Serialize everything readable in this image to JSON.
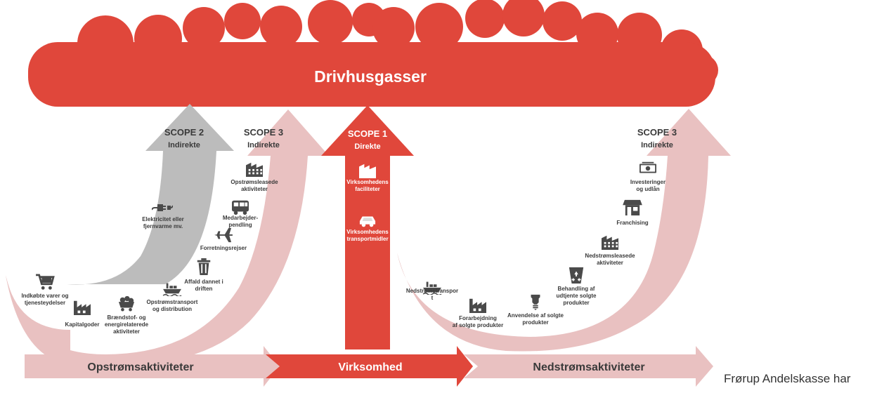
{
  "title": "Drivhusgasser",
  "colors": {
    "red": "#e0473b",
    "pink": "#e9c1c1",
    "grey": "#bcbcbc",
    "dark": "#3a3a3a"
  },
  "scope2": {
    "heading": "SCOPE 2",
    "sub": "Indirekte",
    "item": [
      "Elektricitet eller",
      "fjernvarme mv."
    ]
  },
  "scope3_up": {
    "heading": "SCOPE 3",
    "sub": "Indirekte",
    "items": [
      {
        "icon": "cart-icon",
        "lines": [
          "Indkøbte varer og",
          "tjenesteydelser"
        ]
      },
      {
        "icon": "factory-icon",
        "lines": [
          "Kapitalgoder"
        ]
      },
      {
        "icon": "coal-cart-icon",
        "lines": [
          "Brændstof- og",
          "energirelaterede",
          "aktiviteter"
        ]
      },
      {
        "icon": "ship-icon",
        "lines": [
          "Opstrømstransport",
          "og distribution"
        ]
      },
      {
        "icon": "trash-icon",
        "lines": [
          "Affald dannet i",
          "driften"
        ]
      },
      {
        "icon": "plane-icon",
        "lines": [
          "Forretningsrejser"
        ]
      },
      {
        "icon": "bus-icon",
        "lines": [
          "Medarbejder-",
          "pendling"
        ]
      },
      {
        "icon": "building-icon",
        "lines": [
          "Opstrømsleasede",
          "aktiviteter"
        ]
      }
    ]
  },
  "scope1": {
    "heading": "SCOPE 1",
    "sub": "Direkte",
    "items": [
      {
        "icon": "building-icon",
        "lines": [
          "Virksomhedens",
          "faciliteter"
        ]
      },
      {
        "icon": "car-icon",
        "lines": [
          "Virksomhedens",
          "transportmidler"
        ]
      }
    ]
  },
  "scope3_down": {
    "heading": "SCOPE 3",
    "sub": "Indirekte",
    "items": [
      {
        "icon": "ship-icon",
        "lines": [
          "Nedstrømstranspor",
          "t"
        ]
      },
      {
        "icon": "factory-icon",
        "lines": [
          "Forarbejdning",
          "af solgte produkter"
        ]
      },
      {
        "icon": "lightbulb-icon",
        "lines": [
          "Anvendelse af solgte",
          "produkter"
        ]
      },
      {
        "icon": "recycle-icon",
        "lines": [
          "Behandling af",
          "udtjente solgte",
          "produkter"
        ]
      },
      {
        "icon": "building-icon",
        "lines": [
          "Nedstrømsleasede",
          "aktiviteter"
        ]
      },
      {
        "icon": "shop-icon",
        "lines": [
          "Franchising"
        ]
      },
      {
        "icon": "money-icon",
        "lines": [
          "Investeringer",
          "og udlån"
        ]
      }
    ]
  },
  "bottom": {
    "left": "Opstrømsaktiviteter",
    "middle": "Virksomhed",
    "right": "Nedstrømsaktiviteter"
  },
  "caption": "Frørup Andelskasse har"
}
